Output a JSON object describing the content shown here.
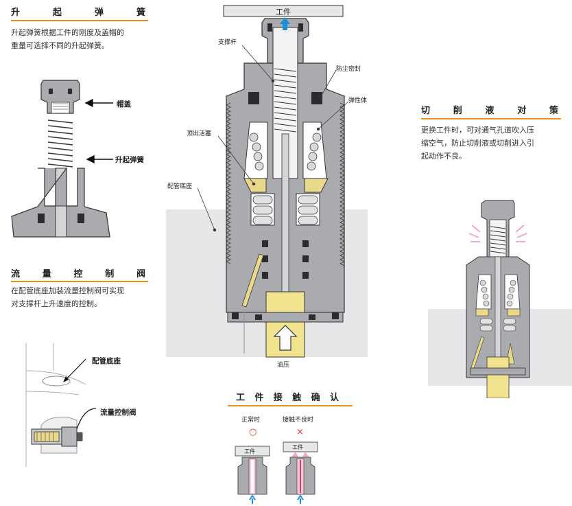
{
  "sections": {
    "spring": {
      "title_chars": [
        "升",
        "起",
        "弹",
        "簧"
      ],
      "line1": "升起弹簧根据工件的刚度及盖帽的",
      "line2": "重量可选择不同的升起弹簧。",
      "label_cap": "帽盖",
      "label_spring": "升起弹簧"
    },
    "flow": {
      "title_chars": [
        "流",
        "量",
        "控",
        "制",
        "阀"
      ],
      "line1": "在配管底座加装流量控制阀可实现",
      "line2": "对支撑杆上升速度的控制。",
      "label_base": "配管底座",
      "label_valve": "流量控制阀"
    },
    "coolant": {
      "title_chars": [
        "切",
        "削",
        "液",
        "对",
        "策"
      ],
      "line1": "更换工件时，可对通气孔道吹入压",
      "line2": "缩空气，防止切削液或切削进入引",
      "line3": "起动作不良。"
    },
    "contact": {
      "title_chars": [
        "工",
        "件",
        "接",
        "触",
        "确",
        "认"
      ],
      "normal_label": "正常时",
      "bad_label": "接触不良时",
      "normal_mark": "○",
      "bad_mark": "×",
      "workpiece": "工件"
    }
  },
  "main": {
    "workpiece": "工件",
    "support_rod": "支撑杆",
    "dust_seal": "防尘密封",
    "elastic_body": "弹性体",
    "ejector_piston": "顶出活塞",
    "base": "配管底座",
    "oil": "油压"
  },
  "colors": {
    "accent": "#f08c1e",
    "body": "#9fa1a4",
    "dark": "#5c5f63",
    "piston": "#e9d98a",
    "yellow": "#f2e391",
    "base": "#e6e7e8",
    "blue": "#1e8fd6"
  }
}
